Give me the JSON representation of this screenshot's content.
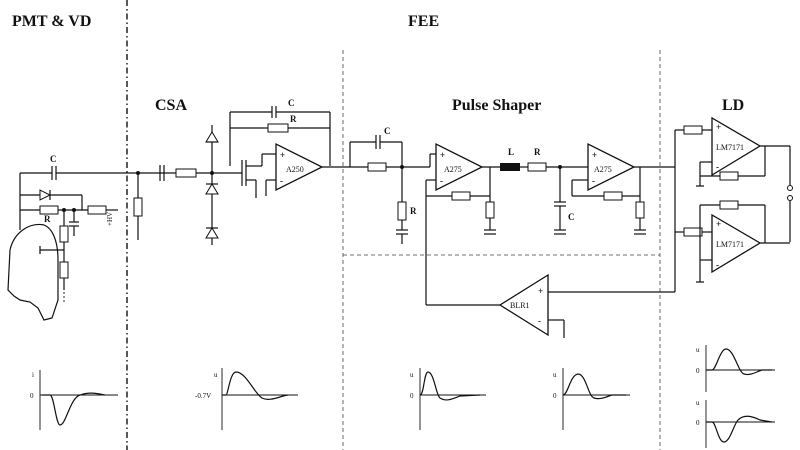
{
  "sections": {
    "pmt_vd": "PMT & VD",
    "fee": "FEE",
    "csa": "CSA",
    "pulse_shaper": "Pulse Shaper",
    "ld": "LD"
  },
  "components": {
    "a250": "A250",
    "a275_1": "A275",
    "a275_2": "A275",
    "blr": "BLR1",
    "lm7171_top": "LM7171",
    "lm7171_bottom": "LM7171"
  },
  "labels": {
    "c": "C",
    "r": "R",
    "l": "L",
    "hv": "+HV",
    "plus": "+",
    "minus": "-"
  },
  "waveforms": {
    "pmt_axis": "i",
    "pmt_zero": "0",
    "csa_axis": "u",
    "csa_level": "-0.7V",
    "shaper_axis": "u",
    "shaper_zero": "0",
    "ld_axis": "u",
    "ld_zero": "0"
  }
}
